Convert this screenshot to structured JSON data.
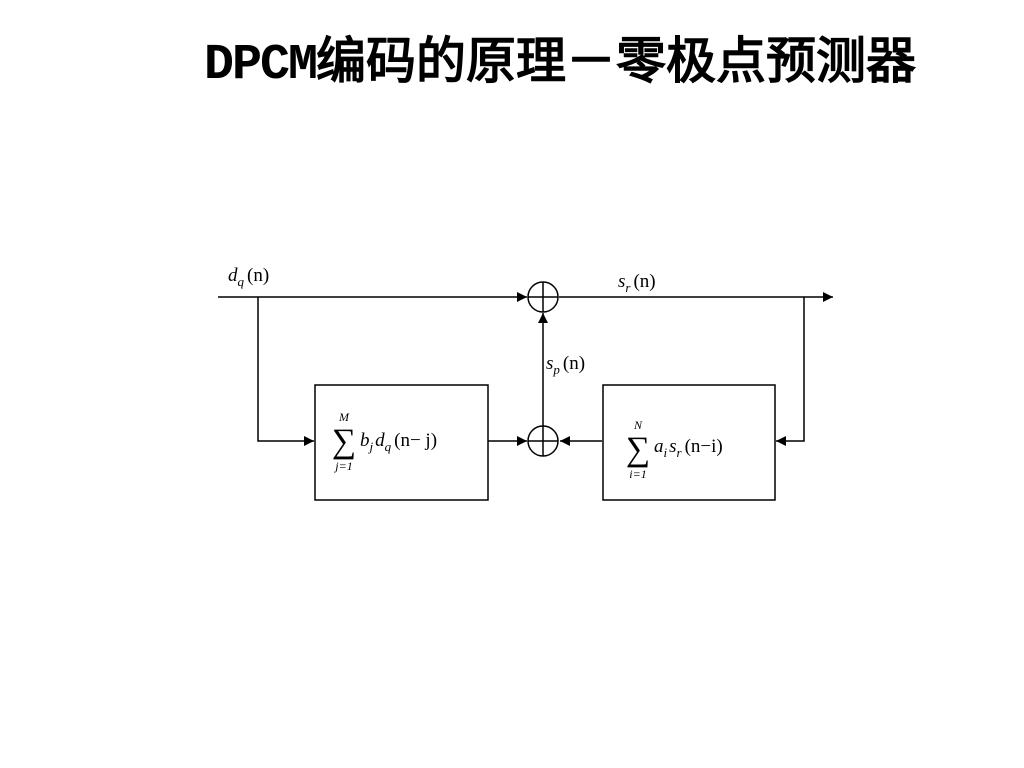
{
  "title": {
    "prefix": "DPCM",
    "rest": "编码的原理－零极点预测器"
  },
  "signals": {
    "input": {
      "base": "d",
      "sub": "q",
      "arg": "(n)"
    },
    "output": {
      "base": "s",
      "sub": "r",
      "arg": "(n)"
    },
    "prediction": {
      "base": "s",
      "sub": "p",
      "arg": "(n)"
    }
  },
  "zero_filter": {
    "upper_limit": "M",
    "lower_limit": "j=1",
    "coef": "b",
    "coef_sub": "j",
    "sig": "d",
    "sig_sub": "q",
    "arg": "(n− j)"
  },
  "pole_filter": {
    "upper_limit": "N",
    "lower_limit": "i=1",
    "coef": "a",
    "coef_sub": "i",
    "sig": "s",
    "sig_sub": "r",
    "arg": "(n−i)"
  },
  "colors": {
    "line": "#000000",
    "background": "#ffffff"
  }
}
